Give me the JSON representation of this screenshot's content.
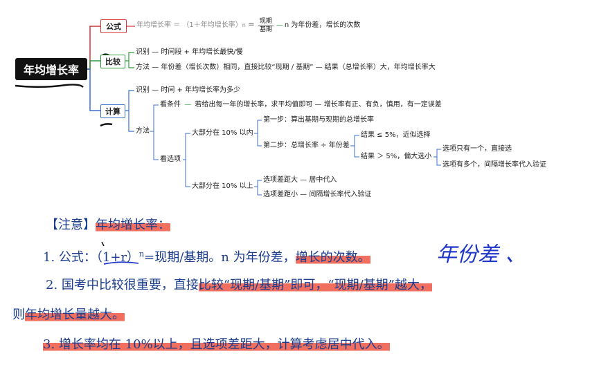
{
  "mindmap": {
    "root": "年均增长率",
    "formula": {
      "label": "公式",
      "left": "年均增长率 ＝ （1＋年均增长率）",
      "exp": "n",
      "eq": "＝",
      "num": "现期",
      "den": "基期",
      "note": "n 为年份差，增长的次数"
    },
    "compare": {
      "label": "比较",
      "identify": "识别 — 时间段 + 年均增长最快/慢",
      "method": "方法 — 年份差（增长次数）相同，直接比较“现期 / 基期” — 结果（总增长率）大，年均增长率大"
    },
    "calc": {
      "label": "计算",
      "identify": "识别 — 时间 + 年均增长率为多少",
      "method": "方法",
      "look_cond": "看条件",
      "look_cond_text": "若给出每一年的增长率，求平均值即可 — 增长率有正、有负，慎用，有一定误差",
      "look_opts": "看选项",
      "within10": "大部分在 10% 以内",
      "step1": "第一步：算出基期与现期的总增长率",
      "step2": "第二步：总增长率 ÷ 年份差",
      "res_le5": "结果 ≤ 5%，近似选择",
      "res_gt5": "结果 ＞ 5%，偏大选小",
      "opt_one": "选项只有一个，直接选",
      "opt_many": "选项有多个，间隔增长率代入验证",
      "above10": "大部分在 10% 以上",
      "gap_big": "选项差距大 — 居中代入",
      "gap_small": "选项差距小 — 间隔增长率代入验证"
    }
  },
  "notes": {
    "title_bracket": "【注意】",
    "title_text": "年均增长率：",
    "line1_prefix": "1. 公式：",
    "line1_formula": "（1+r）",
    "line1_exp": "n",
    "line1_rest": "=现期/基期。n 为年份差，",
    "line1_end": "增长的次数。",
    "line2_a": "2. 国考中比较很重要，直接",
    "line2_b": "比较",
    "line2_c": "“现期/基期”即可，“现期/基期”越大，",
    "line3_a": "则",
    "line3_b": "年均增长量越大。",
    "line4_a": "3. 增长率均在 10%以上，且选项差距大，计算考虑",
    "line4_b": "居中代入。",
    "handwriting": "年份差 、"
  },
  "colors": {
    "red": "#d33333",
    "green": "#2a9d3a",
    "blue": "#3a6fd0",
    "highlight": "#f16f5e",
    "ink": "#1a3d8f"
  }
}
